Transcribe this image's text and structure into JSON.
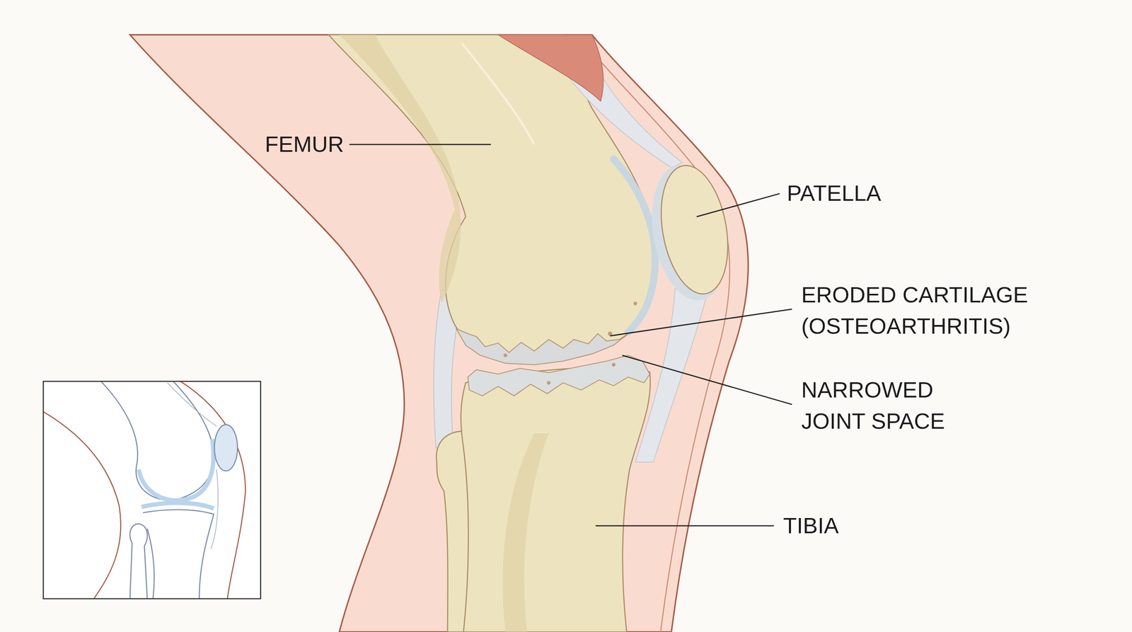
{
  "diagram": {
    "labels": [
      "FEMUR",
      "PATELLA",
      "ERODED CARTILAGE (OSTEOARTHRITIS)",
      "NARROWED JOINT SPACE",
      "TIBIA"
    ]
  }
}
